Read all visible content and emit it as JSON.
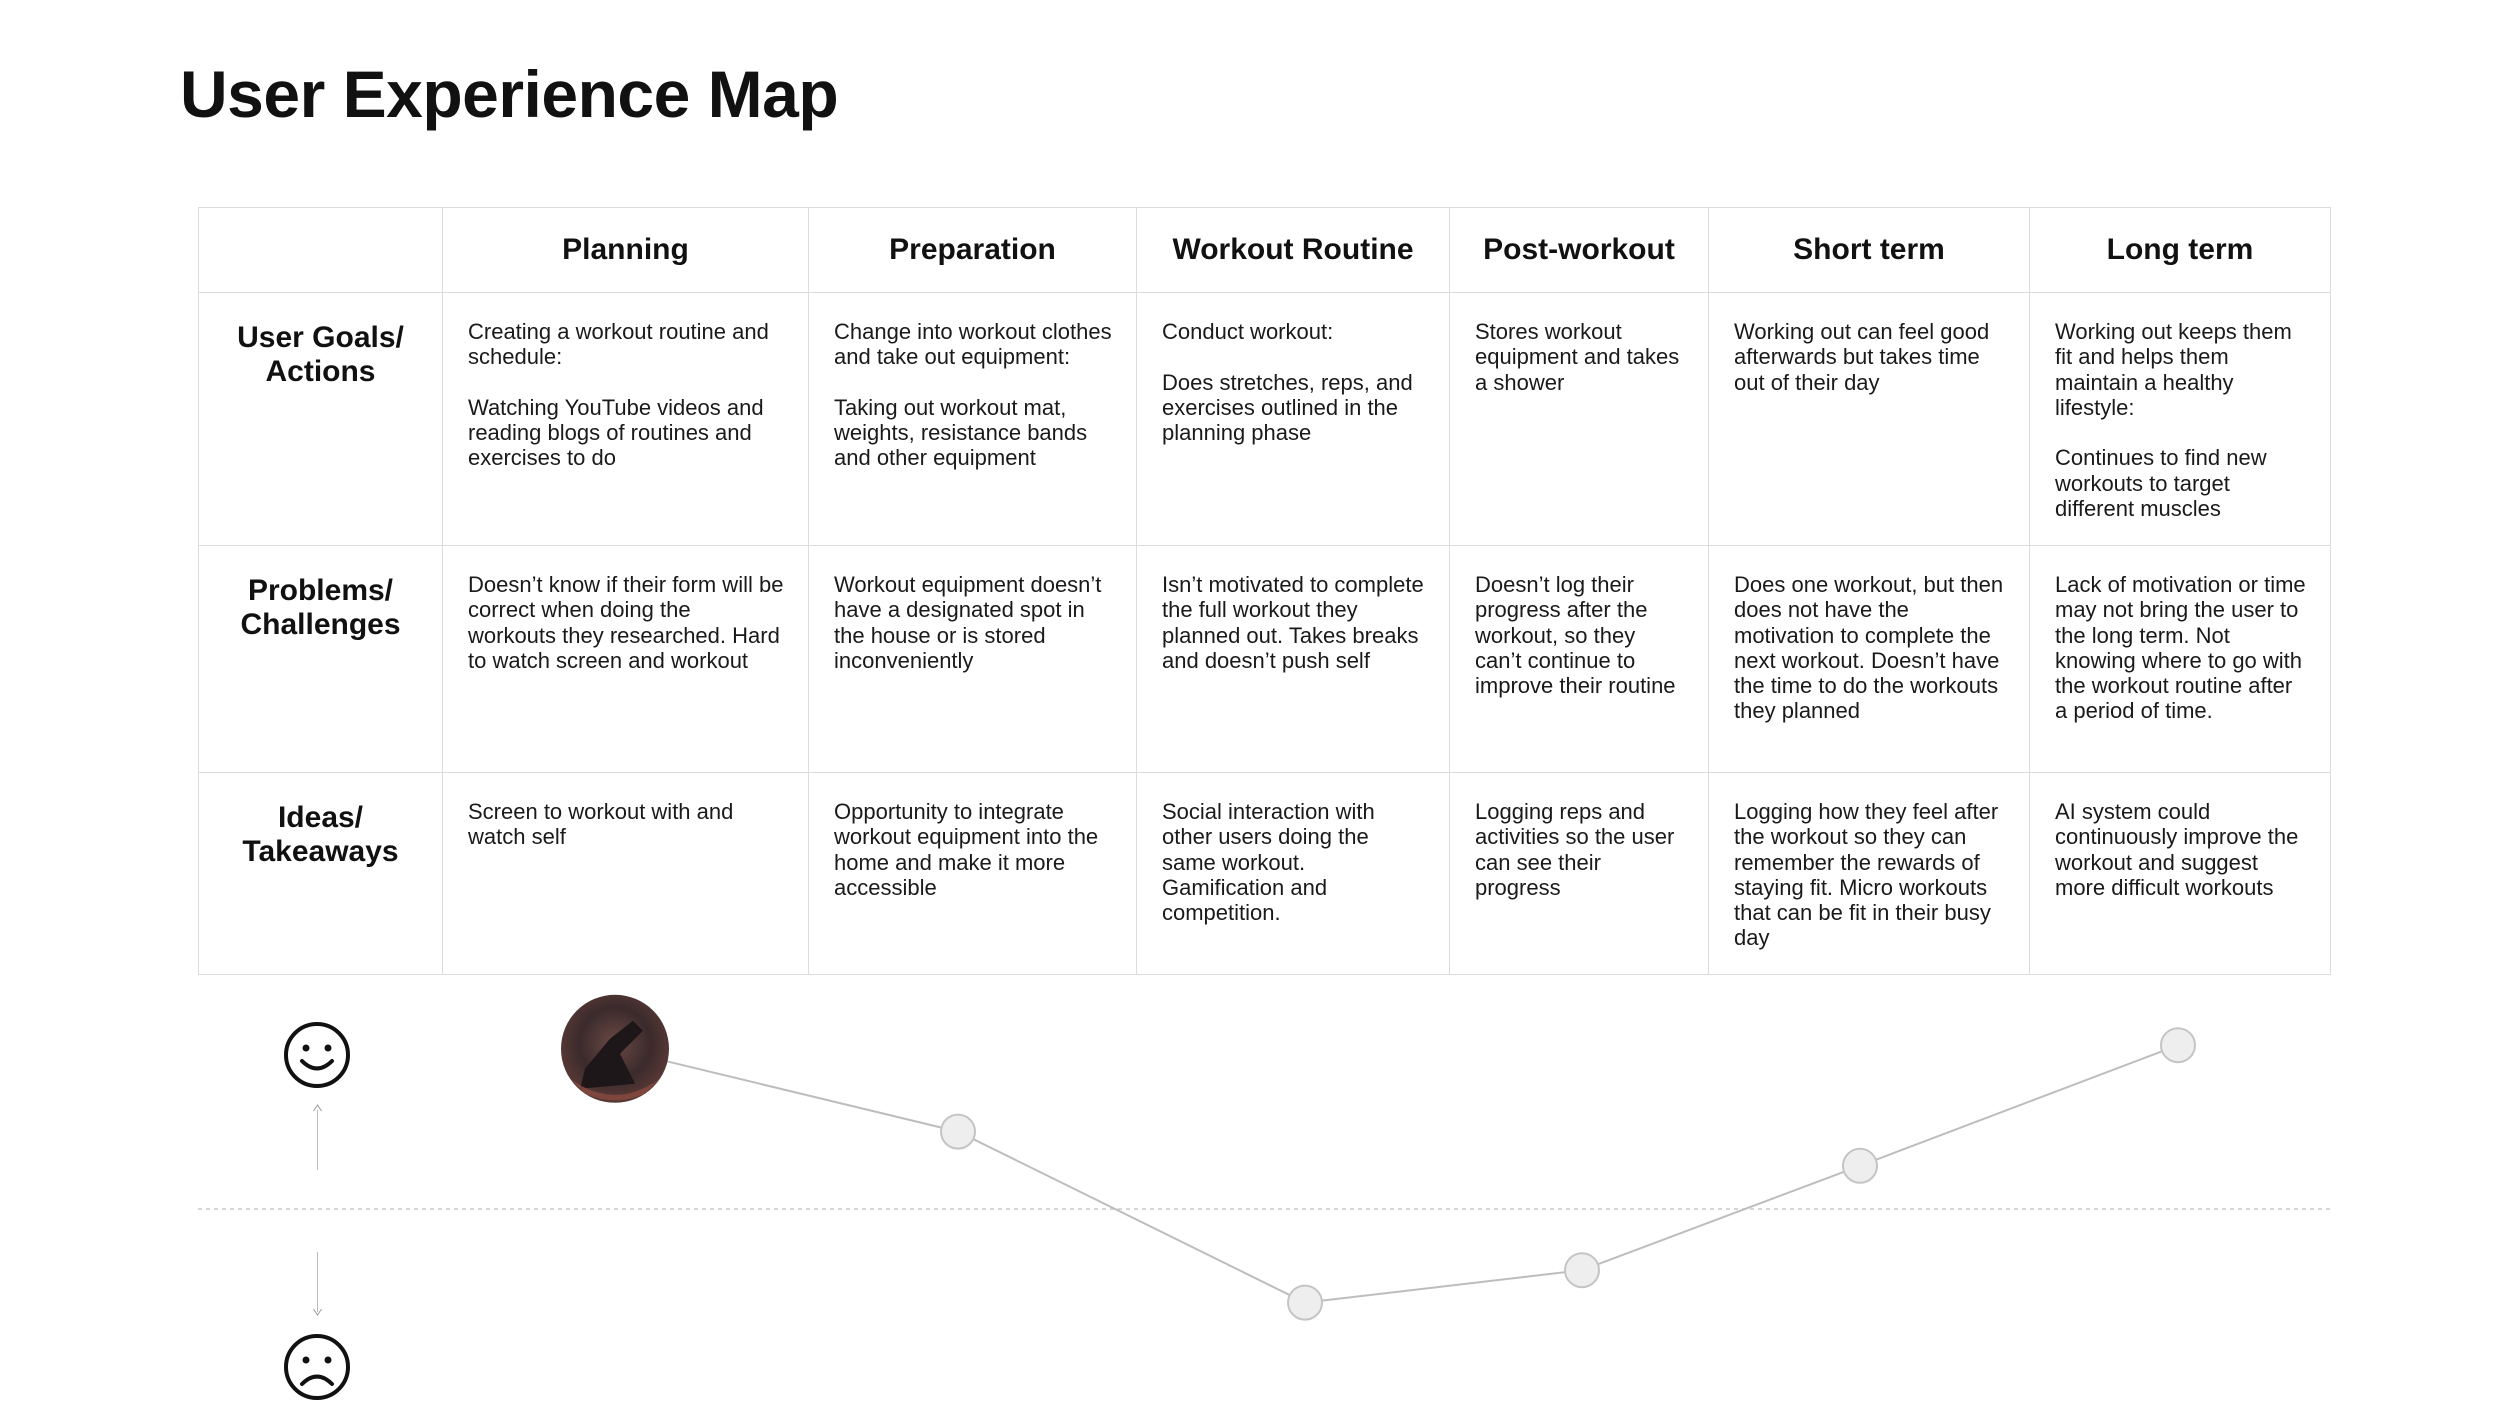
{
  "title": "User Experience Map",
  "stages": [
    "Planning",
    "Preparation",
    "Workout Routine",
    "Post-workout",
    "Short term",
    "Long term"
  ],
  "rows": [
    {
      "label": "User Goals/\nActions",
      "cells": [
        "Creating a workout routine and schedule:\n\nWatching YouTube videos and reading blogs of routines and exercises to do",
        "Change into workout clothes and take out equipment:\n\nTaking out workout mat, weights, resistance bands and other equipment",
        "Conduct workout:\n\nDoes stretches, reps, and exercises outlined in the planning phase",
        "Stores workout equipment and takes a shower",
        "Working out can feel good afterwards but takes time out of their day",
        "Working out keeps them fit and helps them maintain a healthy lifestyle:\n\nContinues to find new workouts to target different muscles"
      ]
    },
    {
      "label": "Problems/\nChallenges",
      "cells": [
        "Doesn’t know if their form will be correct when doing the workouts they researched. Hard to watch screen and workout",
        "Workout equipment doesn’t have a designated spot in the house or is stored inconveniently",
        "Isn’t motivated to complete the full workout they planned out. Takes breaks and doesn’t push self",
        "Doesn’t log their progress after the workout, so they can’t continue to improve their routine",
        "Does one workout, but then does not have the motivation to complete the next workout. Doesn’t have the time to do the workouts they planned",
        "Lack of motivation or time may not bring the user to the long term. Not knowing where to go with the workout routine after a period of time."
      ]
    },
    {
      "label": "Ideas/\nTakeaways",
      "cells": [
        "Screen to workout with and watch self",
        "Opportunity to integrate workout equipment into the home and make it more accessible",
        "Social interaction with other users doing the same workout. Gamification and competition.",
        "Logging reps and activities so the user can see their progress",
        "Logging how they feel after the workout so they can remember the rewards of staying fit. Micro workouts that can be fit in their busy day",
        "AI system could continuously improve the workout and suggest more difficult workouts"
      ]
    }
  ],
  "journey": {
    "scale": [
      "happy",
      "sad"
    ],
    "emotion_levels": [
      0.89,
      0.43,
      -0.52,
      -0.34,
      0.24,
      0.91
    ],
    "first_marker": "user-photo-avatar",
    "icons": {
      "top": "smiley-face-icon",
      "bottom": "sad-face-icon"
    },
    "colors": {
      "line": "#bdbdbd",
      "node_fill": "#eeeeee",
      "node_stroke": "#c4c4c4",
      "baseline": "#c8c8c8"
    }
  }
}
